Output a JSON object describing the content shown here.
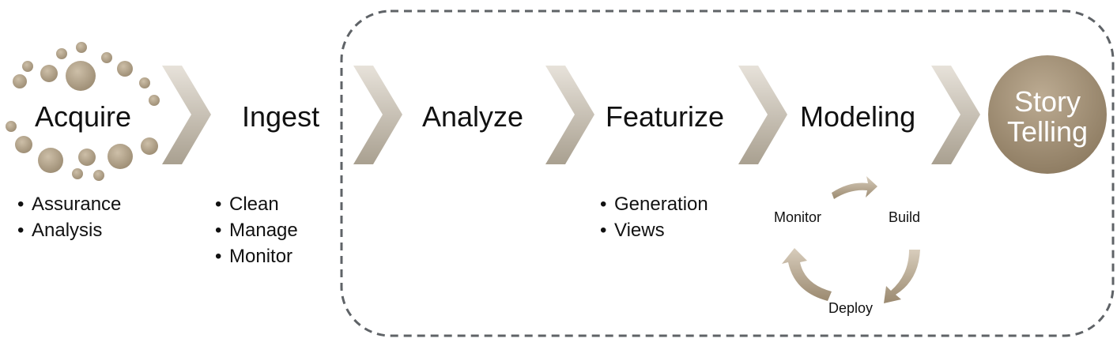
{
  "stages": [
    {
      "title": "Acquire",
      "bullets": [
        "Assurance",
        "Analysis"
      ]
    },
    {
      "title": "Ingest",
      "bullets": [
        "Clean",
        "Manage",
        "Monitor"
      ]
    },
    {
      "title": "Analyze",
      "bullets": []
    },
    {
      "title": "Featurize",
      "bullets": [
        "Generation",
        "Views"
      ]
    },
    {
      "title": "Modeling",
      "bullets": []
    }
  ],
  "story": {
    "line1": "Story",
    "line2": "Telling"
  },
  "cycle": {
    "build": "Build",
    "deploy": "Deploy",
    "monitor": "Monitor"
  },
  "colors": {
    "accent": "#a89a84",
    "accent_dark": "#8f7f66",
    "chevron_light": "#e6e1d9",
    "chevron_dark": "#aca393",
    "dashed_border": "#5f6367",
    "text": "#111111",
    "story_text": "#ffffff"
  }
}
